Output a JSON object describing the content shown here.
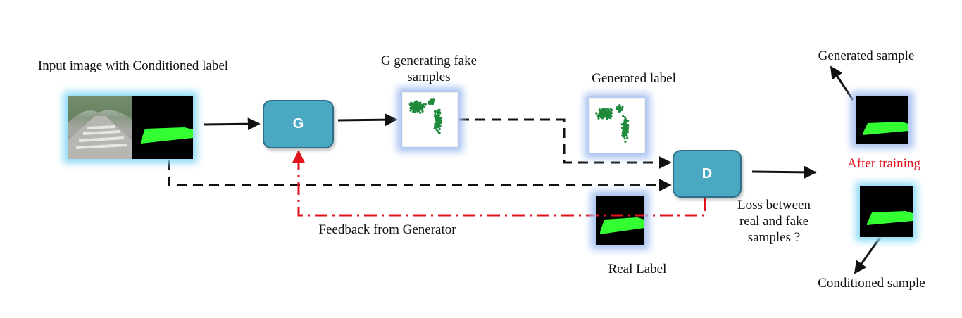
{
  "labels": {
    "input_image": "Input image with Conditioned label",
    "g_generating": "G generating fake samples",
    "generated_label": "Generated label",
    "generated_sample": "Generated sample",
    "after_training": "After training",
    "loss": "Loss between real and fake samples ?",
    "feedback": "Feedback from Generator",
    "real_label": "Real Label",
    "conditioned_sample": "Conditioned sample"
  },
  "nodes": {
    "generator": "G",
    "discriminator": "D"
  },
  "colors": {
    "node_fill": "#4aa8c2",
    "mask_green": "#33ff33",
    "scatter_green": "#1e8a3c",
    "feedback_red": "#e0141c",
    "glow_cyan": "#8fdcf7",
    "glow_blue": "#a9c3f0"
  }
}
